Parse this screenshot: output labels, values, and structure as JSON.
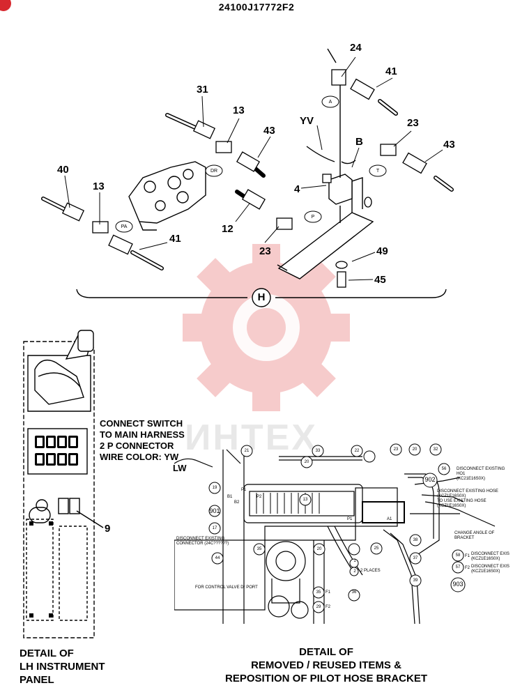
{
  "header": {
    "part_number": "24100J17772F2"
  },
  "watermark": {
    "text": "ИНТЕХ",
    "color": "#f2b7b7"
  },
  "top_detail": {
    "view_label": "H",
    "callouts": [
      "24",
      "41",
      "31",
      "13",
      "43",
      "YV",
      "23",
      "B",
      "43",
      "40",
      "13",
      "4",
      "12",
      "23",
      "41",
      "49",
      "45"
    ],
    "port_labels": [
      "A",
      "DR",
      "T",
      "PA",
      "P"
    ]
  },
  "lh_panel": {
    "note_lines": [
      "CONNECT SWITCH",
      "TO MAIN HARNESS",
      "2 P CONNECTOR",
      "WIRE COLOR: YW",
      "LW"
    ],
    "callout": "9",
    "caption_lines": [
      "DETAIL OF",
      "LH INSTRUMENT",
      "PANEL"
    ]
  },
  "pilot_detail": {
    "caption_lines": [
      "DETAIL OF",
      "REMOVED / REUSED ITEMS &",
      "REPOSITION OF PILOT HOSE BRACKET"
    ],
    "circle_callouts": [
      "33",
      "22",
      "23",
      "20",
      "32",
      "21",
      "20",
      "13",
      "19",
      "901",
      "17",
      "44",
      "35",
      "20",
      "25",
      "38",
      "37",
      "39",
      "36",
      "35",
      "29",
      "56",
      "902",
      "58",
      "57",
      "903"
    ],
    "small_labels": [
      "DISCONNECT EXISTING HO1",
      "(KC21E16S0X)",
      "DISCONNECT EXISTING HOSE",
      "(KCZ1E16S0X)",
      "TO USE EXISTING HOSE",
      "(KCZ1E16S0X)",
      "CHANGE ANGLE OF BRACKET",
      "DISCONNECT EXISTING",
      "CONNECTOR (24C??????)",
      "FOR CONTROL VALVE Dr PORT",
      "DISCONNECT EXIS",
      "(KCZ1E16S0X)",
      "DISCONNECT EXIS",
      "(KCZ1E16S0X)",
      "2 PLACES",
      "F1",
      "F2",
      "F1",
      "F2",
      "P1",
      "B1",
      "B2",
      "P2",
      "P1",
      "A1",
      "1",
      "2"
    ]
  },
  "badge": {
    "color": "#d7282f"
  }
}
